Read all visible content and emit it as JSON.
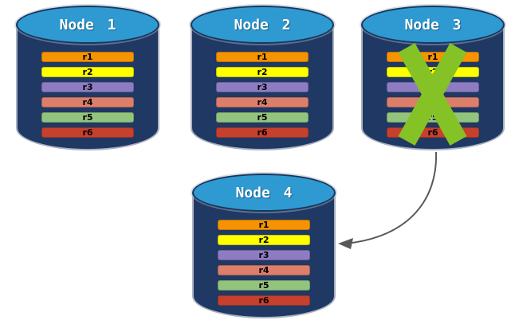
{
  "colors": {
    "background": "#FFFFFF",
    "cylinder_body": "#1F3864",
    "cylinder_top": "#2F9AD2",
    "cylinder_top_border": "#17375E",
    "node_label_text": "#FFFFFF",
    "row_text": "#000000"
  },
  "nodes": [
    {
      "label": "Node 1",
      "status": "active",
      "rows": [
        {
          "label": "r1",
          "color": "#F59300"
        },
        {
          "label": "r2",
          "color": "#FFFF00"
        },
        {
          "label": "r3",
          "color": "#8E7CC3"
        },
        {
          "label": "r4",
          "color": "#DD7E6B"
        },
        {
          "label": "r5",
          "color": "#93C47D"
        },
        {
          "label": "r6",
          "color": "#C6402E"
        }
      ]
    },
    {
      "label": "Node 2",
      "status": "active",
      "rows": [
        {
          "label": "r1",
          "color": "#F59300"
        },
        {
          "label": "r2",
          "color": "#FFFF00"
        },
        {
          "label": "r3",
          "color": "#8E7CC3"
        },
        {
          "label": "r4",
          "color": "#DD7E6B"
        },
        {
          "label": "r5",
          "color": "#93C47D"
        },
        {
          "label": "r6",
          "color": "#C6402E"
        }
      ]
    },
    {
      "label": "Node 3",
      "status": "failed",
      "rows": [
        {
          "label": "r1",
          "color": "#F59300"
        },
        {
          "label": "r2",
          "color": "#FFFF00"
        },
        {
          "label": "r3",
          "color": "#8E7CC3"
        },
        {
          "label": "r4",
          "color": "#DD7E6B"
        },
        {
          "label": "r5",
          "color": "#93C47D"
        },
        {
          "label": "r6",
          "color": "#C6402E"
        }
      ]
    },
    {
      "label": "Node 4",
      "status": "active",
      "rows": [
        {
          "label": "r1",
          "color": "#F59300"
        },
        {
          "label": "r2",
          "color": "#FFFF00"
        },
        {
          "label": "r3",
          "color": "#8E7CC3"
        },
        {
          "label": "r4",
          "color": "#DD7E6B"
        },
        {
          "label": "r5",
          "color": "#93C47D"
        },
        {
          "label": "r6",
          "color": "#C6402E"
        }
      ]
    }
  ],
  "failure_mark": {
    "icon": "x-mark",
    "color": "#85C226",
    "on_node": "Node 3"
  },
  "arrow": {
    "color": "#595959",
    "from": "Node 3",
    "to": "Node 4"
  }
}
